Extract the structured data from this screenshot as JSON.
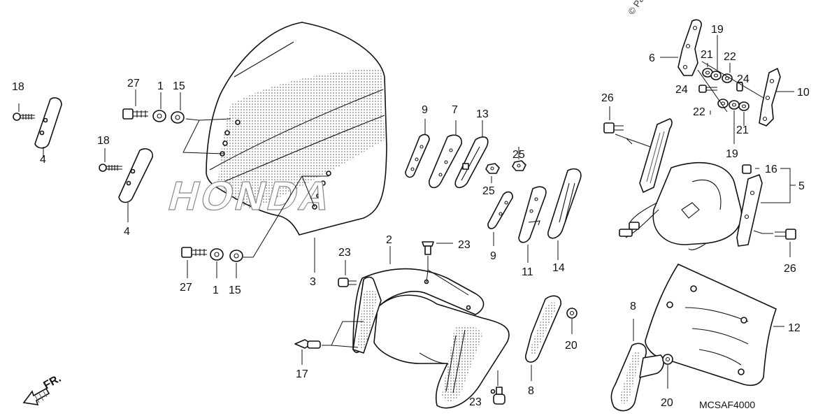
{
  "diagram": {
    "callouts": {
      "c18a": "18",
      "c18b": "18",
      "c4a": "4",
      "c4b": "4",
      "c27a": "27",
      "c1a": "1",
      "c15a": "15",
      "c27b": "27",
      "c1b": "1",
      "c15b": "15",
      "c3": "3",
      "c2": "2",
      "c23a": "23",
      "c23b": "23",
      "c23c": "23",
      "c17": "17",
      "c9a": "9",
      "c7": "7",
      "c13": "13",
      "c25a": "25",
      "c25b": "25",
      "c9b": "9",
      "c11": "11",
      "c14": "14",
      "c8a": "8",
      "c20a": "20",
      "c6": "6",
      "c19a": "19",
      "c21a": "21",
      "c22a": "22",
      "c24a": "24",
      "c24b": "24",
      "c22b": "22",
      "c19b": "19",
      "c21b": "21",
      "c10": "10",
      "c26a": "26",
      "c16": "16",
      "c5": "5",
      "c26b": "26",
      "c12": "12",
      "c8b": "8",
      "c20b": "20"
    },
    "windscreen_logo": "HONDA",
    "front_indicator": "FR.",
    "diagram_code": "MCSAF4000",
    "copyright": "© Pa"
  }
}
